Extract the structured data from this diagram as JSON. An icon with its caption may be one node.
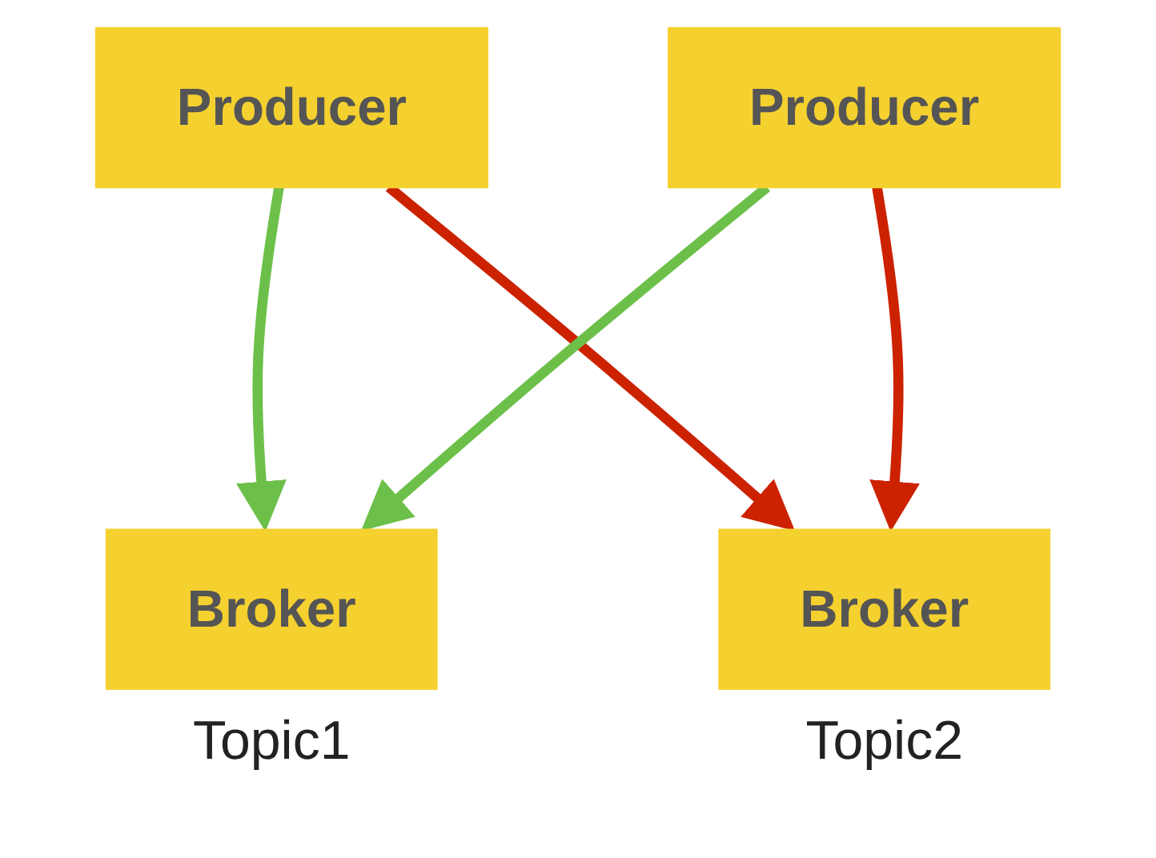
{
  "diagram": {
    "nodes": [
      {
        "text": [
          "Producer"
        ]
      },
      {
        "text": [
          "Producer"
        ]
      },
      {
        "text": [
          "Broker"
        ],
        "beside": [
          "Topic1"
        ]
      },
      {
        "text": [
          "Broker"
        ],
        "beside": [
          "Topic2"
        ]
      }
    ],
    "edges": [
      {
        "from": 0,
        "to": 2,
        "arrow": "to",
        "color": "#6cc04a"
      },
      {
        "from": 0,
        "to": 3,
        "arrow": "to",
        "color": "#cc2200"
      },
      {
        "from": 1,
        "to": 2,
        "arrow": "to",
        "color": "#6cc04a"
      },
      {
        "from": 1,
        "to": 3,
        "arrow": "to",
        "color": "#cc2200"
      }
    ]
  }
}
